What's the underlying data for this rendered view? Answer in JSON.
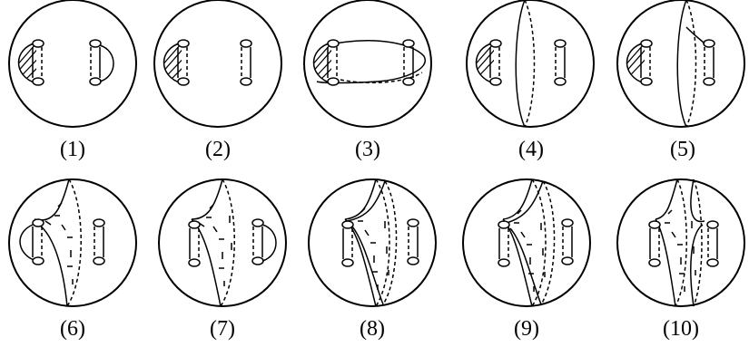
{
  "figure": {
    "panels": [
      {
        "label": "(1)"
      },
      {
        "label": "(2)"
      },
      {
        "label": "(3)"
      },
      {
        "label": "(4)"
      },
      {
        "label": "(5)"
      },
      {
        "label": "(6)"
      },
      {
        "label": "(7)"
      },
      {
        "label": "(8)"
      },
      {
        "label": "(9)"
      },
      {
        "label": "(10)"
      }
    ]
  }
}
